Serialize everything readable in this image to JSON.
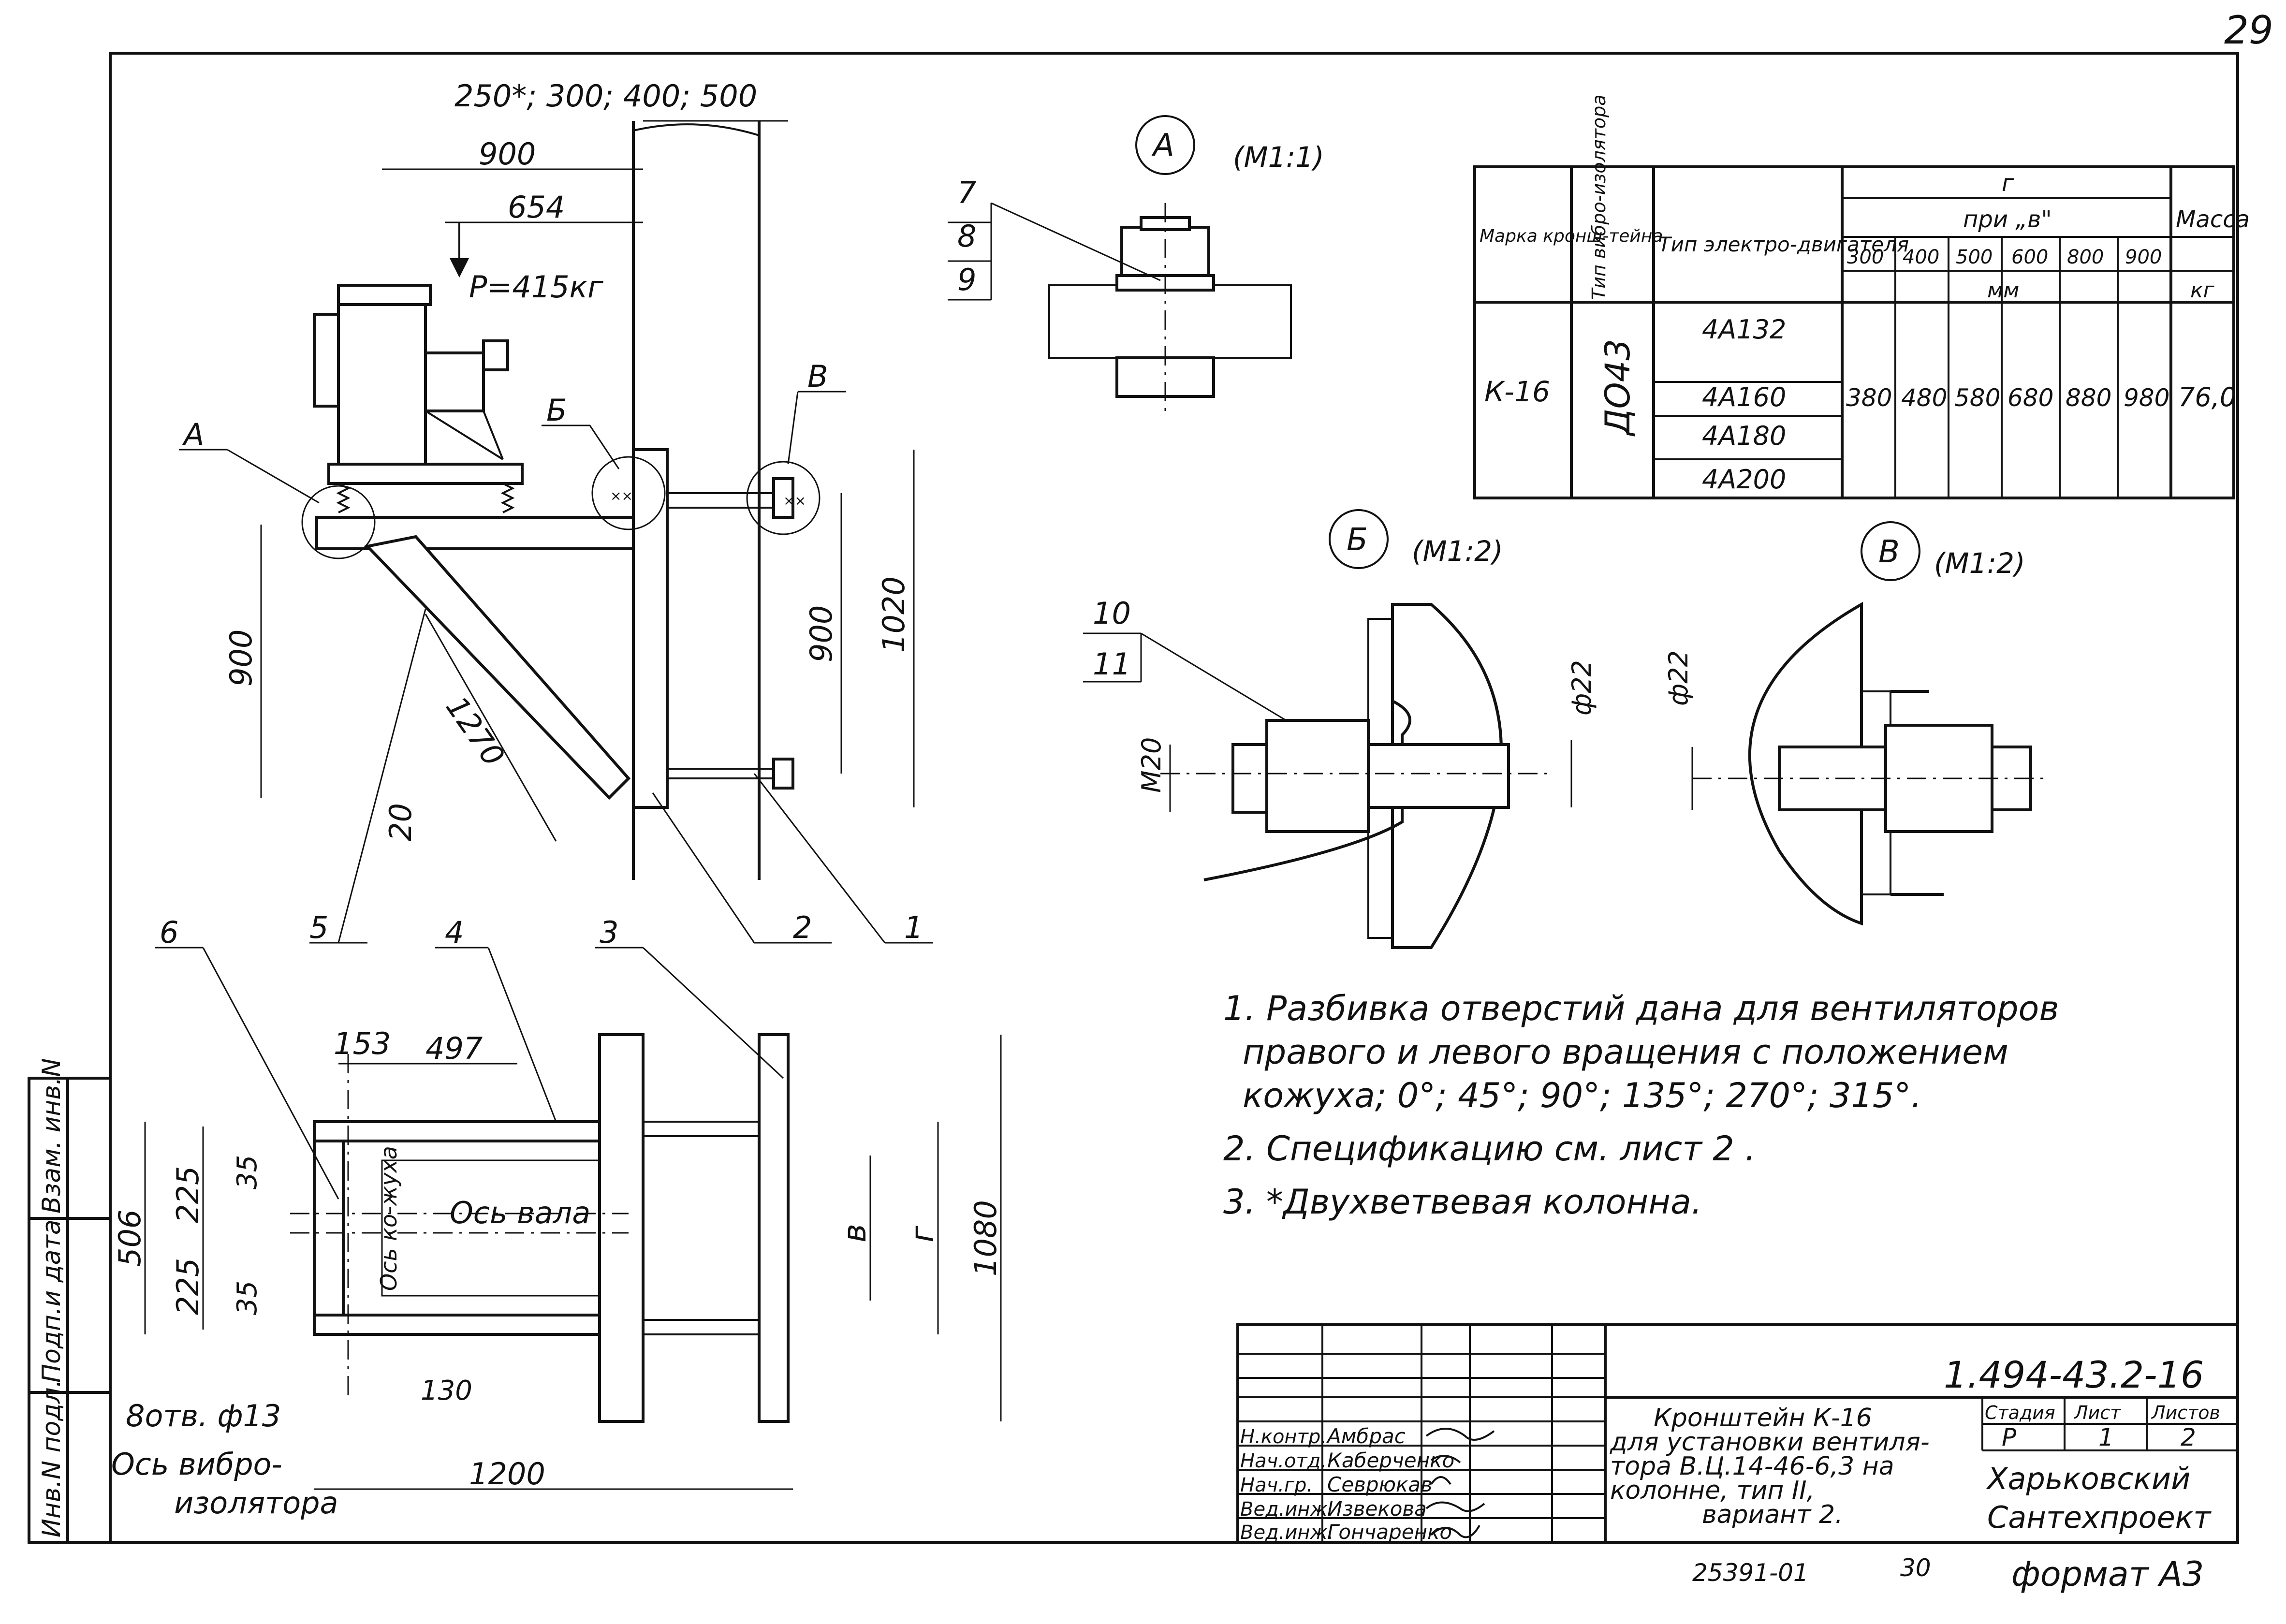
{
  "page_number": "29",
  "main_view": {
    "dim_top": "250*; 300; 400; 500",
    "dim_900_top": "900",
    "dim_654": "654",
    "load": "P=415кг",
    "dim_900_left": "900",
    "dim_900_right": "900",
    "dim_1020": "1020",
    "dim_1270": "1270",
    "dim_20": "20",
    "callout_A": "А",
    "callout_B": "Б",
    "callout_V": "В",
    "pos_1": "1",
    "pos_2": "2",
    "pos_3": "3",
    "pos_4": "4",
    "pos_5": "5",
    "pos_6": "6"
  },
  "plan_view": {
    "dim_153": "153",
    "dim_497": "497",
    "dim_506": "506",
    "dim_225a": "225",
    "dim_225b": "225",
    "dim_35a": "35",
    "dim_35b": "35",
    "axis_shaft": "Ось вала",
    "axis_casing": "Ось ко-жуха",
    "dim_v": "в",
    "dim_g": "г",
    "dim_1080": "1080",
    "dim_130": "130",
    "dim_1200": "1200",
    "holes": "8отв. ф13",
    "vibro_axis_1": "Ось вибро-",
    "vibro_axis_2": "изолятора"
  },
  "detail_A": {
    "label": "А",
    "scale": "(М1:1)",
    "pos": [
      "7",
      "8",
      "9"
    ]
  },
  "detail_B": {
    "label": "Б",
    "scale": "(М1:2)",
    "pos_10": "10",
    "pos_11": "11",
    "m20": "М20",
    "d22": "ф22"
  },
  "detail_V": {
    "label": "В",
    "scale": "(М1:2)",
    "d22": "ф22"
  },
  "spec_table": {
    "h_mark": "Марка кронш-тейна",
    "h_vibro": "Тип вибро-изолятора",
    "h_motor": "Тип электро-двигателя",
    "h_g": "г",
    "h_pri": "при „в\"",
    "h_mass": "Масса",
    "cols": [
      "300",
      "400",
      "500",
      "600",
      "800",
      "900"
    ],
    "unit_mm": "мм",
    "unit_kg": "кг",
    "mark": "К-16",
    "vibro": "ДО43",
    "motors": [
      "4А132",
      "4А160",
      "4А180",
      "4А200"
    ],
    "values": [
      "380",
      "480",
      "580",
      "680",
      "880",
      "980"
    ],
    "mass": "76,0"
  },
  "notes": [
    "1. Разбивка отверстий дана для вентиляторов",
    "правого и левого вращения с положением",
    "кожуха;  0°;  45°;  90°;  135°;  270°;  315°.",
    "2. Спецификацию  см.  лист 2 .",
    "3. *Двухветвевая  колонна."
  ],
  "sidebar": [
    "Инв.N подл.",
    "Подп.и дата",
    "Взам. инв.N"
  ],
  "title_block": {
    "doc_no": "1.494-43.2-16",
    "roles": [
      "Н.контр.",
      "Нач.отд.",
      "Нач.гр.",
      "Вед.инж.",
      "Вед.инж."
    ],
    "names": [
      "Амбрас",
      "Каберченко",
      "Севрюкав",
      "Извекова",
      "Гончаренко"
    ],
    "title": [
      "Кронштейн К-16",
      "для установки вентиля-",
      "тора В.Ц.14-46-6,3 на",
      "колонне, тип II,",
      "вариант 2."
    ],
    "h_stage": "Стадия",
    "h_sheet": "Лист",
    "h_sheets": "Листов",
    "stage": "Р",
    "sheet": "1",
    "sheets": "2",
    "org_1": "Харьковский",
    "org_2": "Сантехпроект"
  },
  "footer": {
    "code": "25391-01",
    "page": "30",
    "format": "формат А3"
  }
}
